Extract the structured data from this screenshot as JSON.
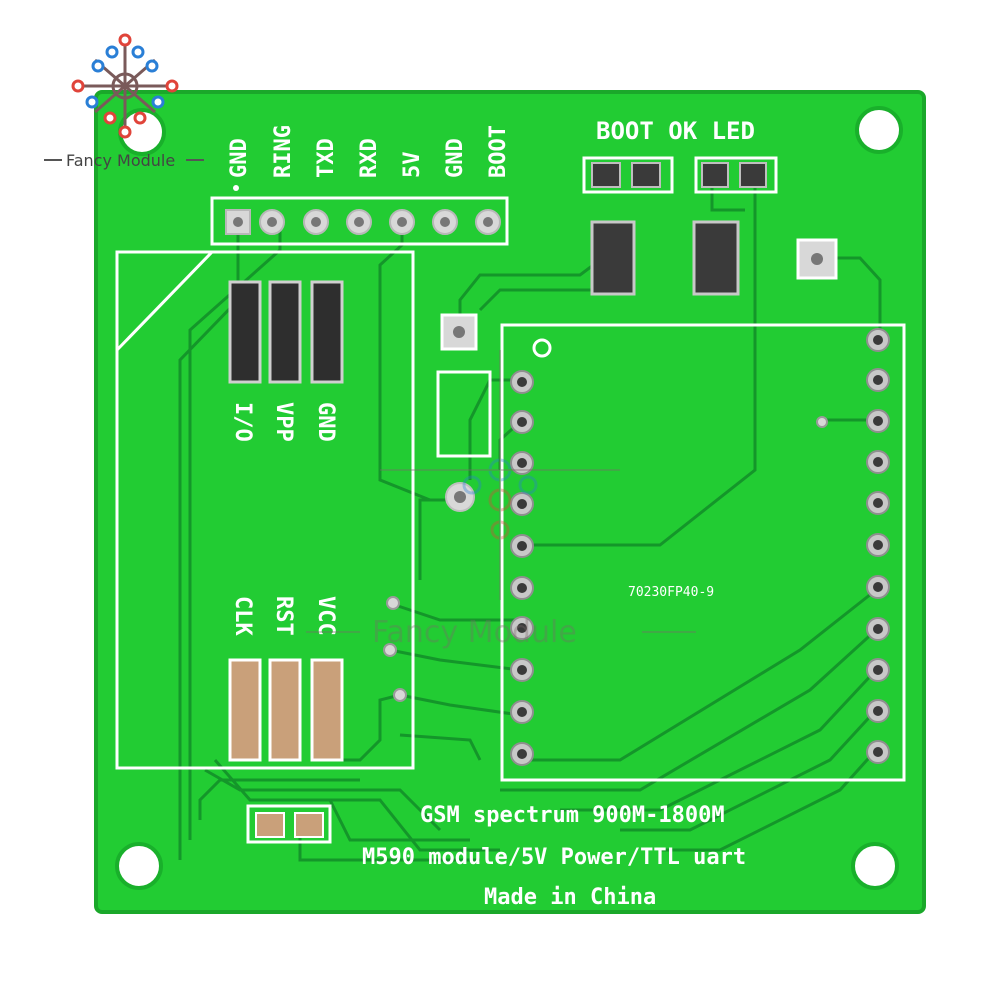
{
  "colors": {
    "board": "#22cc33",
    "board_edge": "#1aa82a",
    "trace": "#14962a",
    "silkscreen": "#ffffff",
    "pad_gold": "#c9a07a",
    "pad_dark": "#3a3a3a",
    "watermark_red": "#e0443a",
    "watermark_blue": "#2a7fd6"
  },
  "header": {
    "pins": [
      "GND",
      "RING",
      "TXD",
      "RXD",
      "5V",
      "GND",
      "BOOT"
    ]
  },
  "led_label": "BOOT OK LED",
  "sim_labels": {
    "top": [
      "I/O",
      "VPP",
      "GND"
    ],
    "bottom": [
      "CLK",
      "RST",
      "VCC"
    ]
  },
  "module_marking": "70230FP40-9",
  "footer_lines": [
    "GSM spectrum 900M-1800M",
    "M590 module/5V Power/TTL uart",
    "Made in China"
  ],
  "watermark": {
    "brand": "Fancy Module",
    "logo_icon": "circuit-logo-icon"
  }
}
